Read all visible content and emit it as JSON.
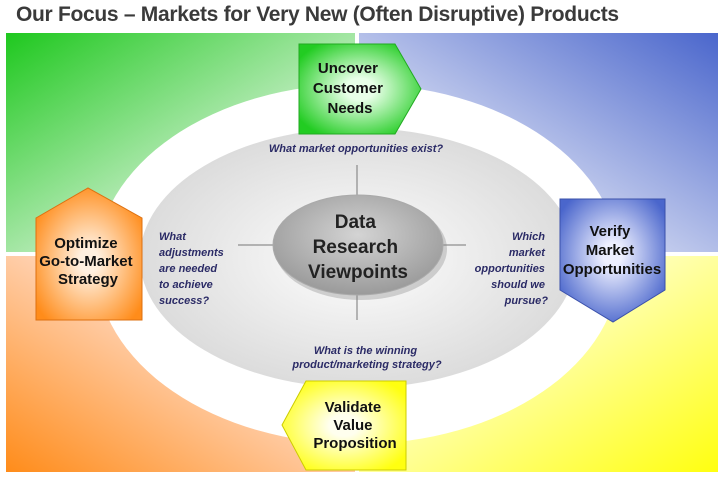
{
  "title": "Our Focus – Markets for Very New (Often Disruptive) Products",
  "colors": {
    "green": "#22cc22",
    "blue": "#4a66cc",
    "orange": "#ff8c1a",
    "yellow": "#ffff22",
    "question": "#2b2b66"
  },
  "center": {
    "lines": [
      "Data",
      "Research",
      "Viewpoints"
    ]
  },
  "stages": {
    "top": {
      "lines": [
        "Uncover",
        "Customer",
        "Needs"
      ]
    },
    "right": {
      "lines": [
        "Verify",
        "Market",
        "Opportunities"
      ]
    },
    "bottom": {
      "lines": [
        "Validate",
        "Value",
        "Proposition"
      ]
    },
    "left": {
      "lines": [
        "Optimize",
        "Go-to-Market",
        "Strategy"
      ]
    }
  },
  "questions": {
    "top": [
      "What market opportunities exist?"
    ],
    "right": [
      "Which",
      "market",
      "opportunities",
      "should  we",
      "pursue?"
    ],
    "bottom": [
      "What is the winning",
      "product/marketing strategy?"
    ],
    "left": [
      "What",
      "adjustments",
      "are needed",
      "to achieve",
      "success?"
    ]
  }
}
